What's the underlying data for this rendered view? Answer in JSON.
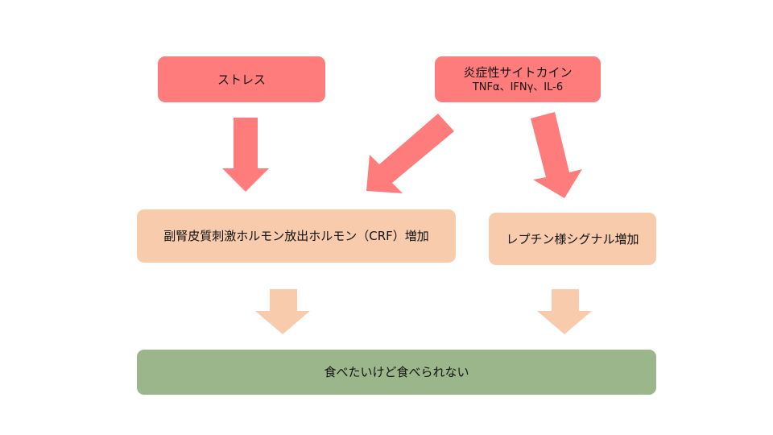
{
  "diagram": {
    "nodes": {
      "stress": {
        "label": "ストレス"
      },
      "cytokine": {
        "label": "炎症性サイトカイン",
        "sublabel": "TNFα、IFNγ、IL-6"
      },
      "crf": {
        "label": "副腎皮質刺激ホルモン放出ホルモン（CRF）増加"
      },
      "leptin": {
        "label": "レプチン様シグナル増加"
      },
      "result": {
        "label": "食べたいけど食べられない"
      }
    },
    "edges": [
      {
        "from": "stress",
        "to": "crf"
      },
      {
        "from": "cytokine",
        "to": "crf"
      },
      {
        "from": "cytokine",
        "to": "leptin"
      },
      {
        "from": "crf",
        "to": "result"
      },
      {
        "from": "leptin",
        "to": "result"
      }
    ],
    "colors": {
      "cause": "#ff7c7c",
      "mechanism": "#f8cbad",
      "outcome": "#9bb68a"
    }
  }
}
